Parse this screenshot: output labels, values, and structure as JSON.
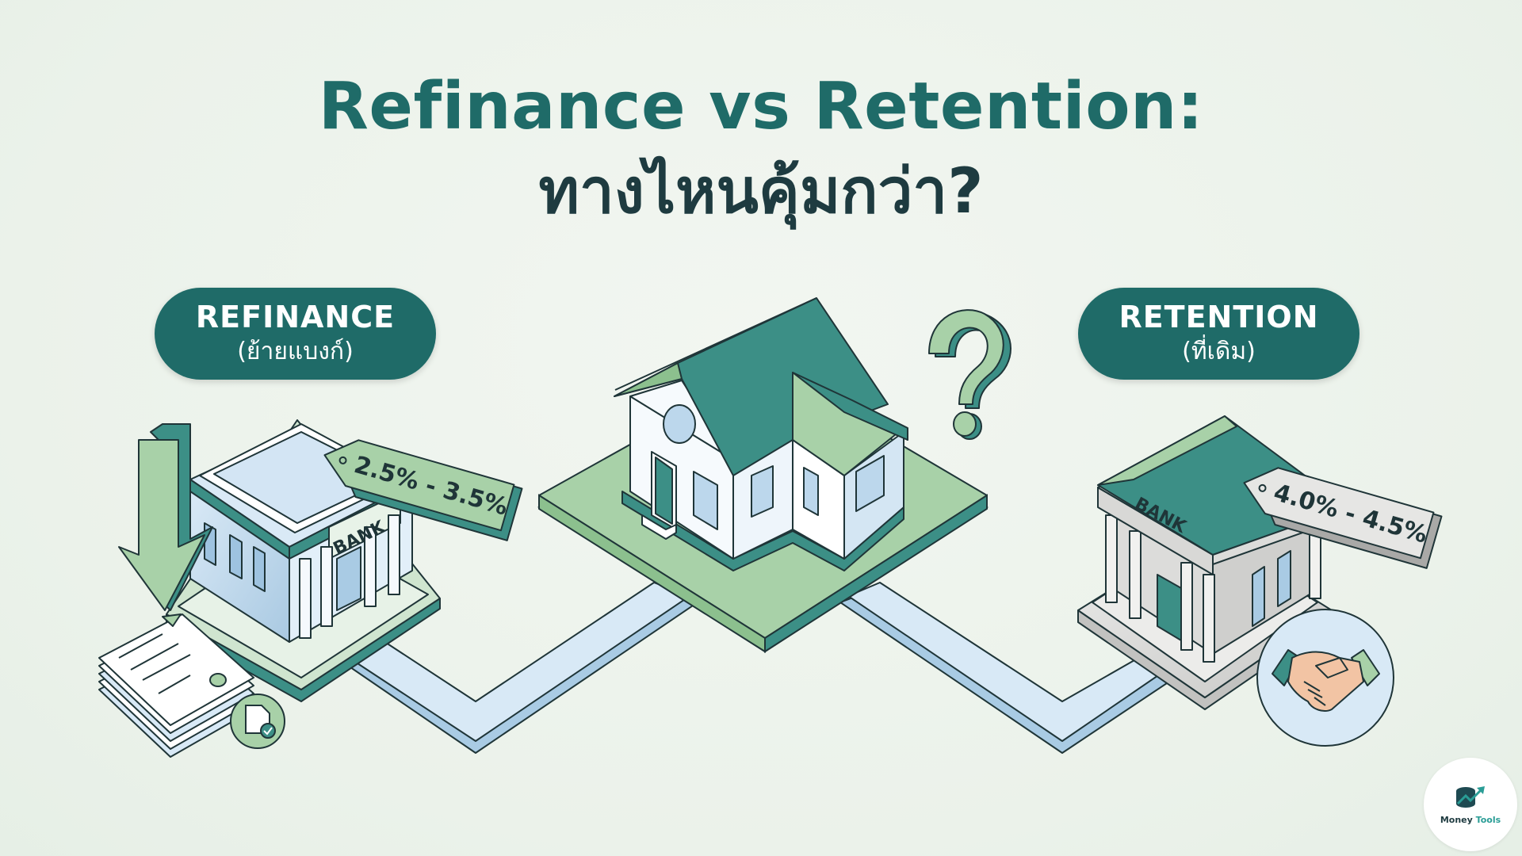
{
  "header": {
    "title": "Refinance vs Retention:",
    "subtitle": "ทางไหนคุ้มกว่า?"
  },
  "options": {
    "refinance": {
      "label": "REFINANCE",
      "label_th": "(ย้ายแบงก์)",
      "rate_range": "2.5% - 3.5%",
      "bank_sign": "BANK",
      "icons": [
        "down-arrow-icon",
        "document-stack-icon",
        "approved-document-icon"
      ]
    },
    "retention": {
      "label": "RETENTION",
      "label_th": "(ที่เดิม)",
      "rate_range": "4.0% - 4.5%",
      "bank_sign": "BANK",
      "icons": [
        "handshake-icon"
      ]
    }
  },
  "center": {
    "icons": [
      "house-icon",
      "question-mark-icon"
    ]
  },
  "logo": {
    "brand_part1": "Money",
    "brand_part2": "Tools"
  },
  "colors": {
    "primary_teal": "#1f6b68",
    "light_green": "#a8d1a8",
    "path_blue": "#d6e8f5",
    "background": "#eef4ec",
    "dark_text": "#1e3b40"
  }
}
